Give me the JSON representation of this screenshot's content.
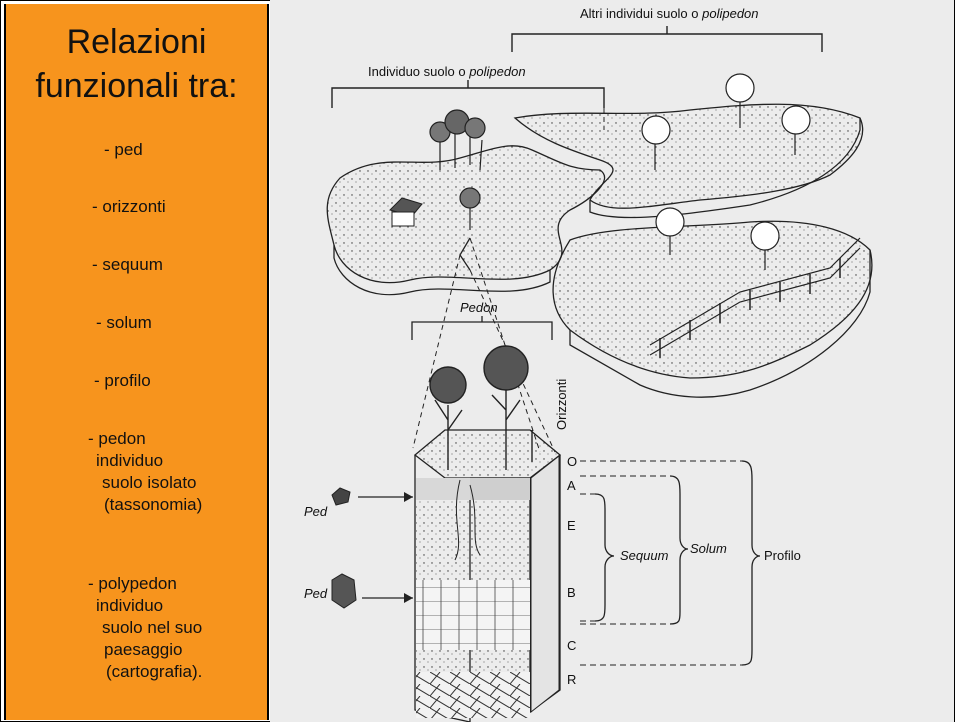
{
  "sidebar": {
    "title": "Relazioni\nfunzionali tra:",
    "items": [
      "- ped",
      "- orizzonti",
      "- sequum",
      "- solum",
      "- profilo",
      "- pedon",
      "individuo",
      "suolo isolato",
      "(tassonomia)",
      "- polypedon",
      "individuo",
      "suolo nel suo",
      "paesaggio",
      "(cartografia)."
    ]
  },
  "figure": {
    "altri_label": "Altri individui suolo o ",
    "altri_italic": "polipedon",
    "individuo_label": "Individuo suolo o ",
    "individuo_italic": "polipedon",
    "pedon_label": "Pedon",
    "orizzonti_label": "Orizzonti",
    "ped_label_1": "Ped",
    "ped_label_2": "Ped",
    "horizons": [
      "O",
      "A",
      "E",
      "B",
      "C",
      "R"
    ],
    "sequum_label": "Sequum",
    "solum_label": "Solum",
    "profilo_label": "Profilo"
  },
  "colors": {
    "sidebar_bg": "#f7941d",
    "figure_bg": "#ececec",
    "ink": "#111111"
  }
}
